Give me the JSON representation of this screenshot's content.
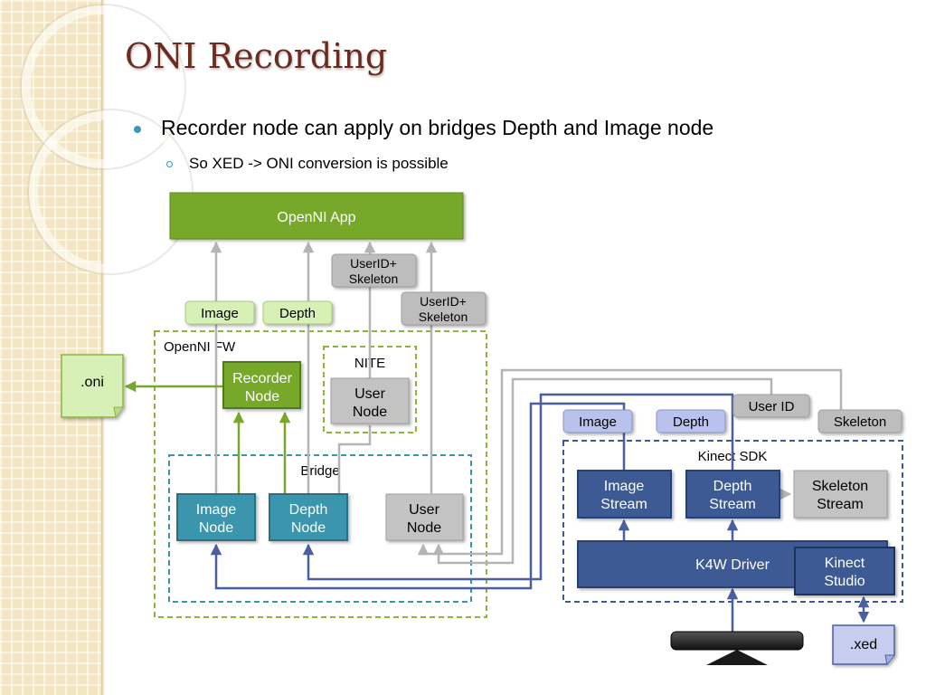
{
  "slide": {
    "title": "ONI Recording",
    "bullet": "Recorder node can apply on bridges Depth and Image node",
    "sub_bullet": "So XED -> ONI conversion is possible"
  },
  "diagram": {
    "openni_app": "OpenNI App",
    "openni_fw": "OpenNI FW",
    "bridge": "Bridge",
    "nite": "NITE",
    "kinect_sdk": "Kinect SDK",
    "recorder_node": [
      "Recorder",
      "Node"
    ],
    "nite_user_node": [
      "User",
      "Node"
    ],
    "image_node": [
      "Image",
      "Node"
    ],
    "depth_node": [
      "Depth",
      "Node"
    ],
    "bridge_user_node": [
      "User",
      "Node"
    ],
    "oni_file": ".oni",
    "xed_file": ".xed",
    "image_stream": [
      "Image",
      "Stream"
    ],
    "depth_stream": [
      "Depth",
      "Stream"
    ],
    "skeleton_stream": [
      "Skeleton",
      "Stream"
    ],
    "k4w_driver": "K4W Driver",
    "kinect_studio": [
      "Kinect",
      "Studio"
    ],
    "tag_image": "Image",
    "tag_depth": "Depth",
    "tag_userid_skeleton_1": [
      "UserID+",
      "Skeleton"
    ],
    "tag_userid_skeleton_2": [
      "UserID+",
      "Skeleton"
    ],
    "tag_sdk_image": "Image",
    "tag_sdk_depth": "Depth",
    "tag_user_id": "User ID",
    "tag_skeleton": "Skeleton"
  },
  "colors": {
    "title": "#6b2b1f",
    "accent_blue": "#3a9ab6",
    "green_box": "#77a82c",
    "teal_box": "#3a95ac",
    "navy_box": "#3d5a94",
    "gray_box": "#c3c3c3",
    "light_green_tag": "#d6f0b6",
    "light_blue_tag": "#b8c2ec"
  }
}
